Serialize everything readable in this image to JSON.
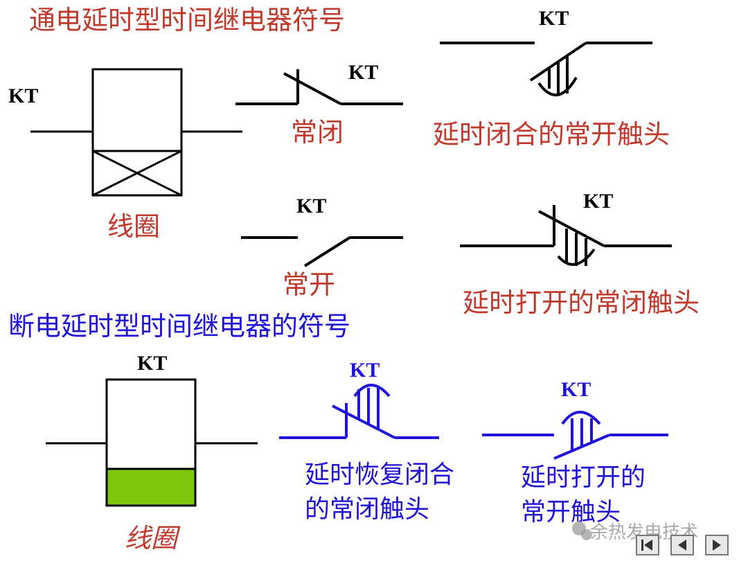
{
  "sections": {
    "energize_title": "通电延时型时间继电器符号",
    "deenergize_title": "断电延时型时间继电器的符号"
  },
  "labels": {
    "kt": "KT",
    "coil": "线圈",
    "nc": "常闭",
    "no": "常开",
    "delay_close_no": "延时闭合的常开触头",
    "delay_open_nc": "延时打开的常闭触头",
    "delay_restore_nc_1": "延时恢复闭合",
    "delay_restore_nc_2": "的常闭触头",
    "delay_open_no_1": "延时打开的",
    "delay_open_no_2": "常开触头"
  },
  "watermark": "余热发电技术",
  "colors": {
    "red": "#c0392b",
    "blue": "#1f12d9",
    "coil_fill": "#7ac70c"
  },
  "nav": [
    "first-icon",
    "prev-icon",
    "next-icon"
  ]
}
